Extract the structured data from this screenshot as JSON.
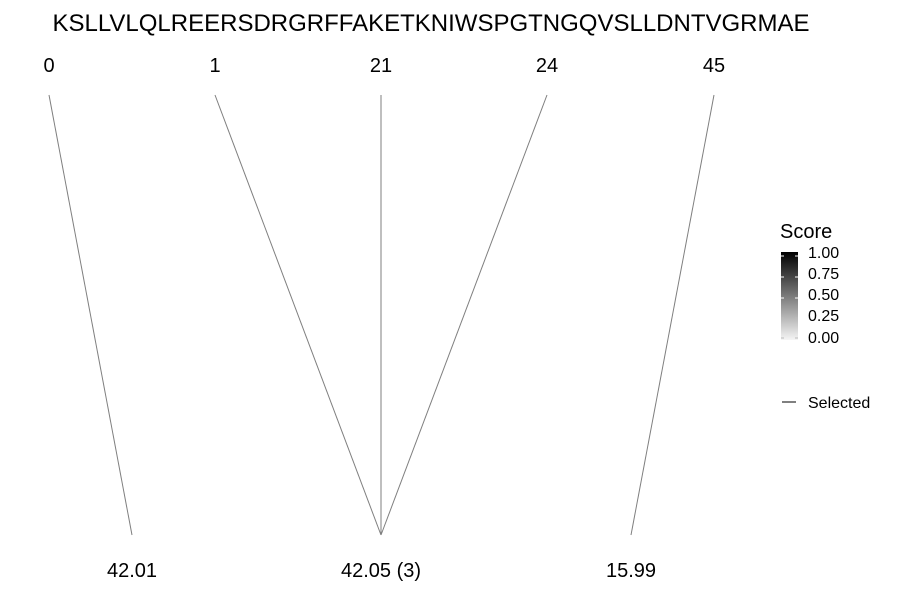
{
  "sequence": "KSLLVLQLREERSDRGRFFAKETKNIWSPGTNGQVSLLDNTVGRMAE",
  "top_labels": [
    "0",
    "1",
    "21",
    "24",
    "45"
  ],
  "bottom_labels": [
    "42.01",
    "42.05 (3)",
    "15.99"
  ],
  "connections": [
    {
      "from": 0,
      "to": 0
    },
    {
      "from": 1,
      "to": 1
    },
    {
      "from": 2,
      "to": 1
    },
    {
      "from": 3,
      "to": 1
    },
    {
      "from": 4,
      "to": 2
    }
  ],
  "legend": {
    "title": "Score",
    "ticks": [
      "1.00",
      "0.75",
      "0.50",
      "0.25",
      "0.00"
    ],
    "gradient_colors": [
      "#000000",
      "#f5f5f5"
    ],
    "item_label": "Selected"
  },
  "colors": {
    "line": "#7f7f7f"
  }
}
